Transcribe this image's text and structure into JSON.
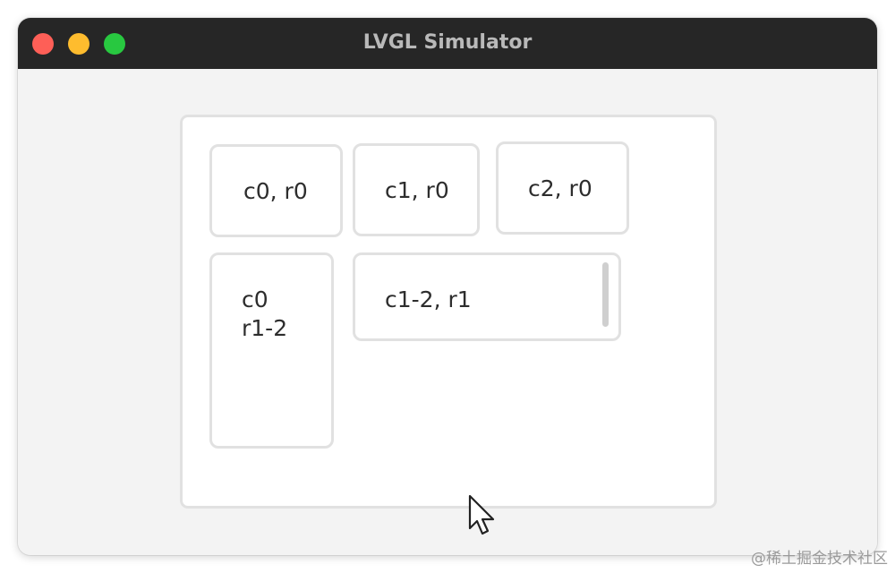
{
  "window": {
    "title": "LVGL Simulator"
  },
  "grid": {
    "cells": [
      {
        "label": "c0, r0"
      },
      {
        "label": "c1, r0"
      },
      {
        "label": "c2, r0"
      },
      {
        "line1": "c0",
        "line2": "r1-2"
      },
      {
        "label": "c1-2, r1"
      }
    ]
  },
  "watermark": "@稀土掘金技术社区",
  "colors": {
    "titlebar": "#262626",
    "close": "#fe5f57",
    "minimize": "#febc2e",
    "maximize": "#28c840",
    "cell_border": "#e1e1e1",
    "background": "#f3f3f3"
  },
  "icons": {
    "cursor": "arrow-cursor-icon"
  }
}
